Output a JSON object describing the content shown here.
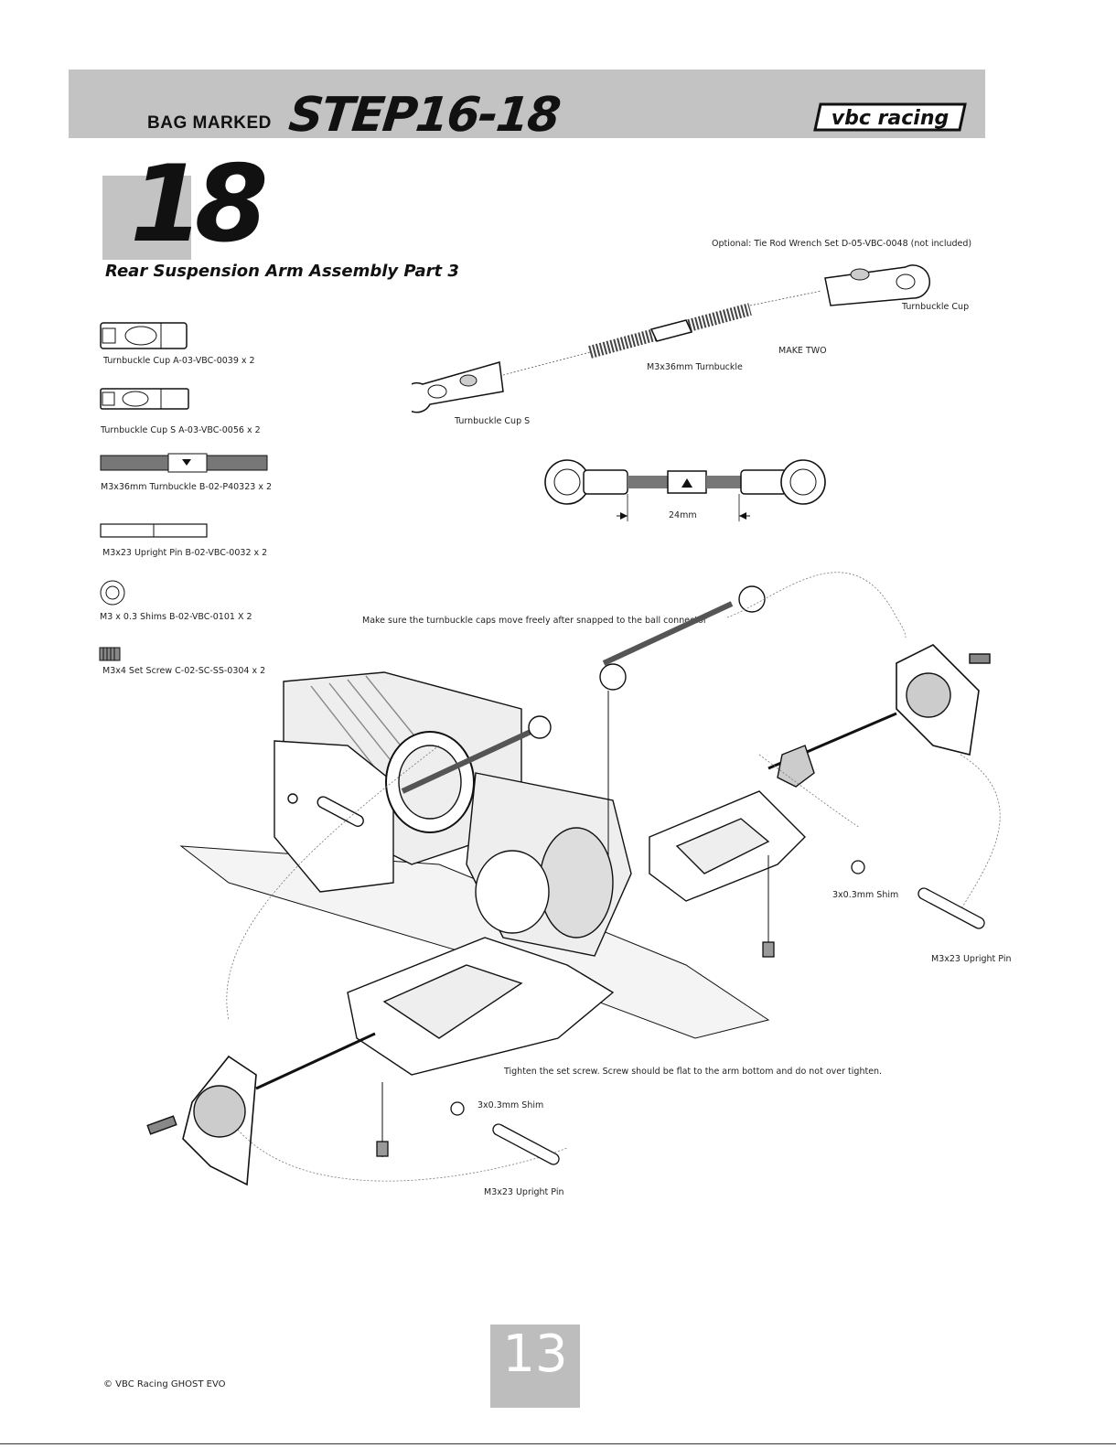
{
  "header": {
    "bag_label": "BAG MARKED",
    "step_range": "STEP16-18",
    "logo_text": "vbc racing"
  },
  "step": {
    "number": "18",
    "title": "Rear Suspension Arm Assembly Part 3"
  },
  "parts_list": [
    {
      "label": "Turnbuckle Cup A-03-VBC-0039 x 2",
      "icon": "turnbuckle-cup-icon"
    },
    {
      "label": "Turnbuckle Cup S A-03-VBC-0056 x 2",
      "icon": "turnbuckle-cup-s-icon"
    },
    {
      "label": "M3x36mm Turnbuckle B-02-P40323 x 2",
      "icon": "turnbuckle-icon"
    },
    {
      "label": "M3x23 Upright Pin B-02-VBC-0032 x 2",
      "icon": "upright-pin-icon"
    },
    {
      "label": "M3 x 0.3 Shims B-02-VBC-0101 X 2",
      "icon": "shim-icon"
    },
    {
      "label": "M3x4 Set Screw C-02-SC-SS-0304 x 2",
      "icon": "set-screw-icon"
    }
  ],
  "callouts": {
    "optional": "Optional: Tie Rod Wrench Set D-05-VBC-0048 (not included)",
    "turnbuckle_cup": "Turnbuckle Cup",
    "make_two": "MAKE TWO",
    "m3x36_turnbuckle": "M3x36mm Turnbuckle",
    "turnbuckle_cup_s": "Turnbuckle Cup S",
    "length": "24mm",
    "caps_note": "Make sure the turnbuckle caps move freely after snapped to the ball connector",
    "shim_right": "3x0.3mm Shim",
    "pin_right": "M3x23 Upright Pin",
    "set_screw_note": "Tighten the set screw. Screw should be flat to the arm bottom and do not over tighten.",
    "shim_left": "3x0.3mm Shim",
    "pin_left": "M3x23 Upright Pin"
  },
  "footer": {
    "page_number": "13",
    "copyright": "© VBC Racing GHOST EVO"
  }
}
